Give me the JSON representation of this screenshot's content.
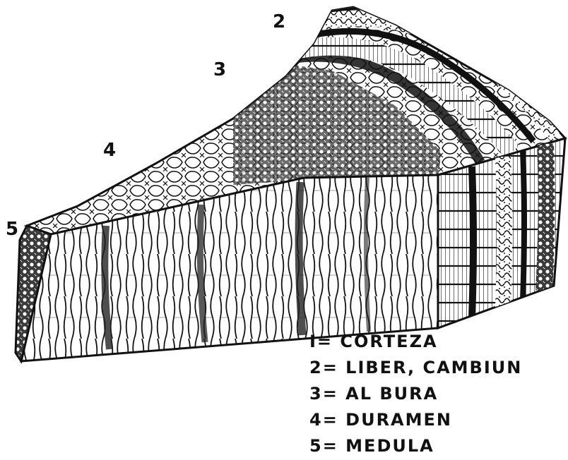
{
  "diagram": {
    "callouts": [
      {
        "id": "2",
        "label": "2"
      },
      {
        "id": "3",
        "label": "3"
      },
      {
        "id": "4",
        "label": "4"
      },
      {
        "id": "5",
        "label": "5"
      }
    ],
    "legend": [
      {
        "number": "1",
        "text": "I= CORTEZA"
      },
      {
        "number": "2",
        "text": "2= LIBER, CAMBIUN"
      },
      {
        "number": "3",
        "text": "3= AL BURA"
      },
      {
        "number": "4",
        "text": "4= DURAMEN"
      },
      {
        "number": "5",
        "text": "5= MEDULA"
      }
    ]
  }
}
